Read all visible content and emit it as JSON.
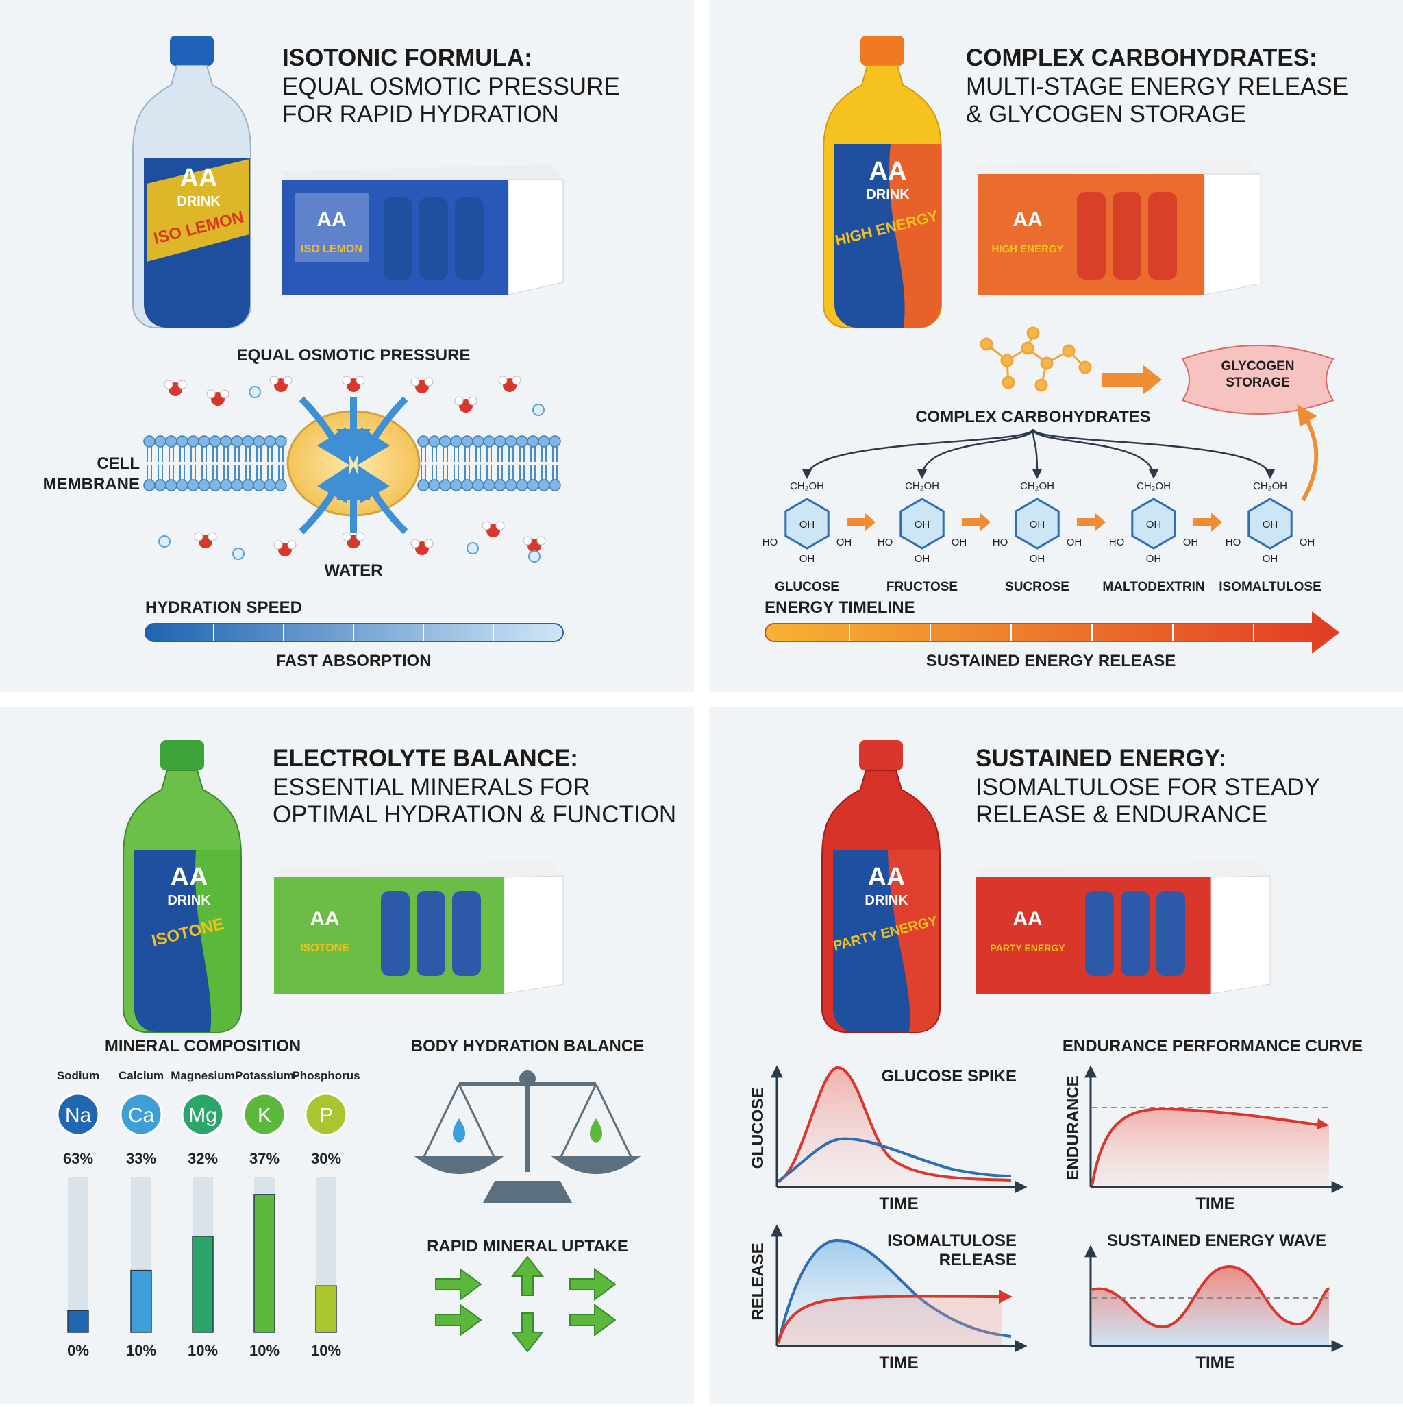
{
  "panels": {
    "isotonic": {
      "title": "ISOTONIC FORMULA:",
      "subtitle_1": "EQUAL OSMOTIC PRESSURE",
      "subtitle_2": "FOR RAPID HYDRATION",
      "bottle_flavor": "ISO LEMON",
      "brand_top": "AA",
      "brand_bottom": "DRINK",
      "diagram_title": "EQUAL OSMOTIC PRESSURE",
      "membrane_label_1": "CELL",
      "membrane_label_2": "MEMBRANE",
      "water_label": "WATER",
      "bar_title": "HYDRATION SPEED",
      "bar_caption": "FAST ABSORPTION",
      "bottle_color": "#2b67b8"
    },
    "carbs": {
      "title": "COMPLEX CARBOHYDRATES:",
      "subtitle_1": "MULTI-STAGE ENERGY RELEASE",
      "subtitle_2": "& GLYCOGEN STORAGE",
      "bottle_flavor": "HIGH ENERGY",
      "brand_top": "AA",
      "brand_bottom": "DRINK",
      "storage_line_1": "GLYCOGEN",
      "storage_line_2": "STORAGE",
      "molecule_label": "COMPLEX CARBOHYDRATES",
      "sugars": [
        "GLUCOSE",
        "FRUCTOSE",
        "SUCROSE",
        "MALTODEXTRIN",
        "ISOMALTULOSE"
      ],
      "chem": {
        "ch2oh": "CH₂OH",
        "oh": "OH",
        "ho": "HO"
      },
      "bar_title": "ENERGY TIMELINE",
      "bar_caption": "SUSTAINED ENERGY RELEASE",
      "bottle_color": "#e8732a"
    },
    "electrolyte": {
      "title": "ELECTROLYTE BALANCE:",
      "subtitle_1": "ESSENTIAL MINERALS FOR",
      "subtitle_2": "OPTIMAL HYDRATION & FUNCTION",
      "bottle_flavor": "ISOTONE",
      "brand_top": "AA",
      "brand_bottom": "DRINK",
      "composition_title": "MINERAL COMPOSITION",
      "minerals": [
        {
          "name": "Sodium",
          "symbol": "Na",
          "percent": "63%",
          "bottom": "0%",
          "level": 0.14,
          "color": "#1f66b3"
        },
        {
          "name": "Calcium",
          "symbol": "Ca",
          "percent": "33%",
          "bottom": "10%",
          "level": 0.4,
          "color": "#3e9fd8"
        },
        {
          "name": "Magnesium",
          "symbol": "Mg",
          "percent": "32%",
          "bottom": "10%",
          "level": 0.62,
          "color": "#2aa66b"
        },
        {
          "name": "Potassium",
          "symbol": "K",
          "percent": "37%",
          "bottom": "10%",
          "level": 0.89,
          "color": "#5cb83a"
        },
        {
          "name": "Phosphorus",
          "symbol": "P",
          "percent": "30%",
          "bottom": "10%",
          "level": 0.3,
          "color": "#a9c530"
        }
      ],
      "balance_title": "BODY HYDRATION BALANCE",
      "uptake_title": "RAPID MINERAL UPTAKE",
      "bottle_color": "#4dae3a"
    },
    "sustained": {
      "title": "SUSTAINED ENERGY:",
      "subtitle_1": "ISOMALTULOSE FOR STEADY",
      "subtitle_2": "RELEASE & ENDURANCE",
      "bottle_flavor": "PARTY ENERGY",
      "brand_top": "AA",
      "brand_bottom": "DRINK",
      "charts": {
        "glucose": {
          "title": "GLUCOSE SPIKE",
          "ylabel": "GLUCOSE",
          "xlabel": "TIME"
        },
        "endurance": {
          "title": "ENDURANCE PERFORMANCE CURVE",
          "ylabel": "ENDURANCE",
          "xlabel": "TIME"
        },
        "release": {
          "title_1": "ISOMALTULOSE",
          "title_2": "RELEASE",
          "ylabel": "RELEASE",
          "xlabel": "TIME"
        },
        "wave": {
          "title": "SUSTAINED ENERGY WAVE",
          "xlabel": "TIME"
        }
      },
      "bottle_color": "#d9372b"
    }
  }
}
